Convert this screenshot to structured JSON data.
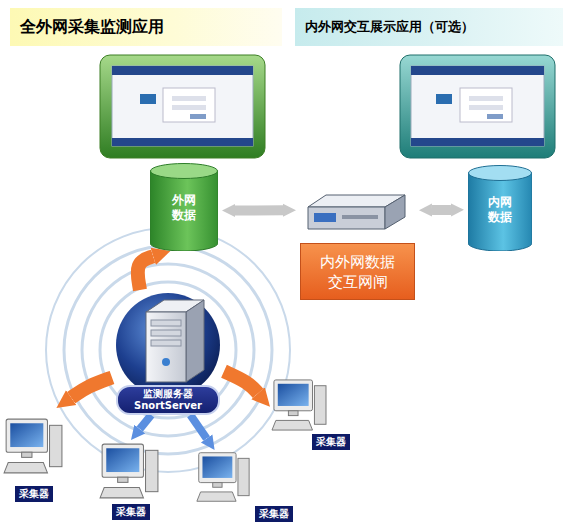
{
  "diagram": {
    "nodes": [
      {
        "text": [
          "全外网采集监测应用"
        ]
      },
      {
        "text": [
          "内外网交互展示应用（可选）"
        ]
      },
      {
        "text": [
          "外网 数据"
        ]
      },
      {
        "text": [
          "内外网数据 交互网闸"
        ]
      },
      {
        "text": [
          "内网 数据"
        ]
      },
      {
        "text": [
          "监测服务器 SnortServer"
        ]
      },
      {
        "text": [
          "采集器"
        ]
      },
      {
        "text": [
          "采集器"
        ]
      },
      {
        "text": [
          "采集器"
        ]
      },
      {
        "text": [
          "采集器"
        ]
      }
    ],
    "edges": [
      {
        "from": 2,
        "to": 3,
        "arrow": "both"
      },
      {
        "from": 3,
        "to": 4,
        "arrow": "both"
      },
      {
        "from": 5,
        "to": 2,
        "arrow": "to"
      },
      {
        "from": 5,
        "to": 6,
        "arrow": "to"
      },
      {
        "from": 5,
        "to": 7,
        "arrow": "to"
      },
      {
        "from": 5,
        "to": 8,
        "arrow": "to"
      },
      {
        "from": 5,
        "to": 9,
        "arrow": "to"
      }
    ]
  }
}
